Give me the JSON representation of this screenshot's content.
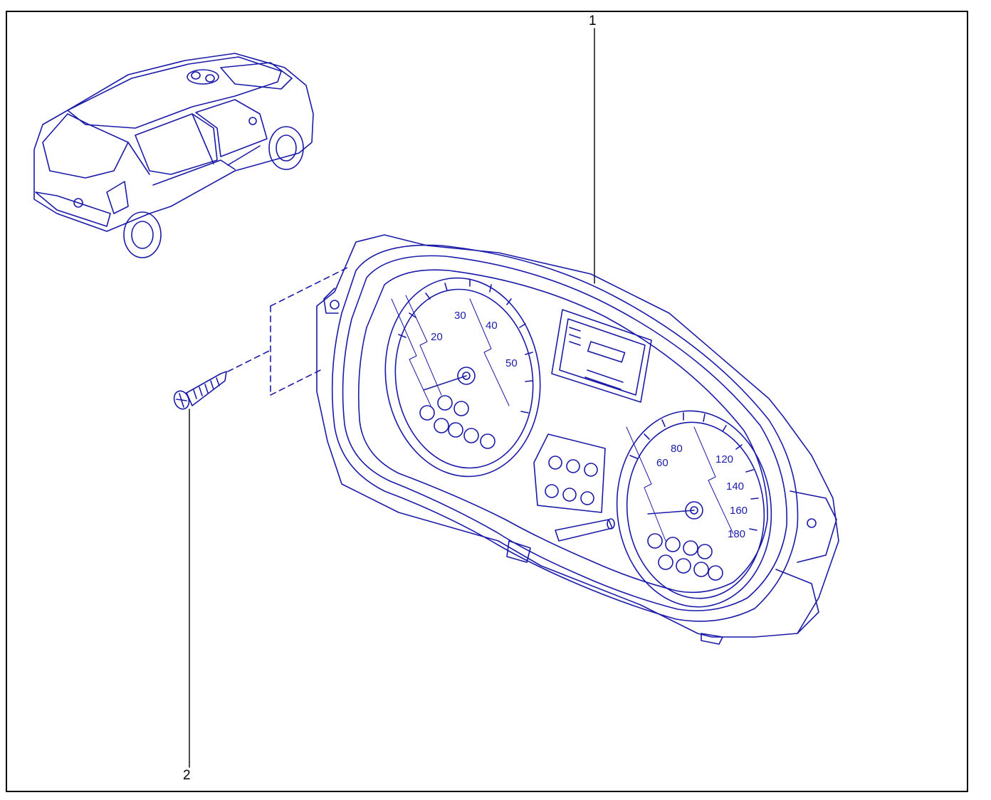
{
  "diagram": {
    "callouts": [
      {
        "id": "1",
        "label": "1"
      },
      {
        "id": "2",
        "label": "2"
      }
    ],
    "gauges": {
      "tachometer_ticks": [
        "20",
        "30",
        "40",
        "50"
      ],
      "speedometer_ticks": [
        "60",
        "80",
        "120",
        "140",
        "160",
        "180"
      ]
    },
    "colors": {
      "line": "#1a1aa8",
      "frame": "#000000",
      "background": "#ffffff"
    }
  }
}
